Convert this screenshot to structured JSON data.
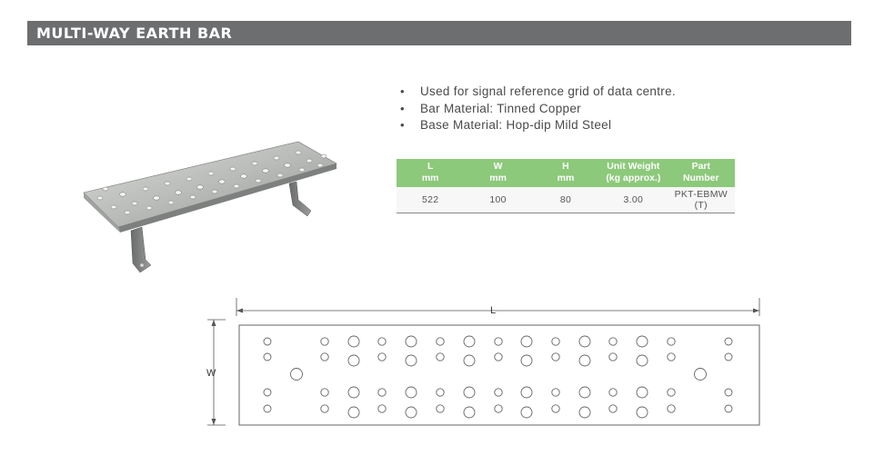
{
  "header": {
    "title": "MULTI-WAY EARTH BAR"
  },
  "features": [
    "Used for signal reference grid of data centre.",
    "Bar Material: Tinned Copper",
    "Base Material: Hop-dip Mild Steel"
  ],
  "table": {
    "headers": [
      {
        "line1": "L",
        "line2": "mm"
      },
      {
        "line1": "W",
        "line2": "mm"
      },
      {
        "line1": "H",
        "line2": "mm"
      },
      {
        "line1": "Unit Weight",
        "line2": "(kg approx.)"
      },
      {
        "line1": "Part",
        "line2": "Number"
      }
    ],
    "rows": [
      [
        "522",
        "100",
        "80",
        "3.00",
        "PKT-EBMW (T)"
      ]
    ]
  },
  "drawing": {
    "length_label": "L",
    "width_label": "W"
  },
  "colors": {
    "header_bg": "#6d6e70",
    "table_header_bg": "#8cc97a"
  }
}
